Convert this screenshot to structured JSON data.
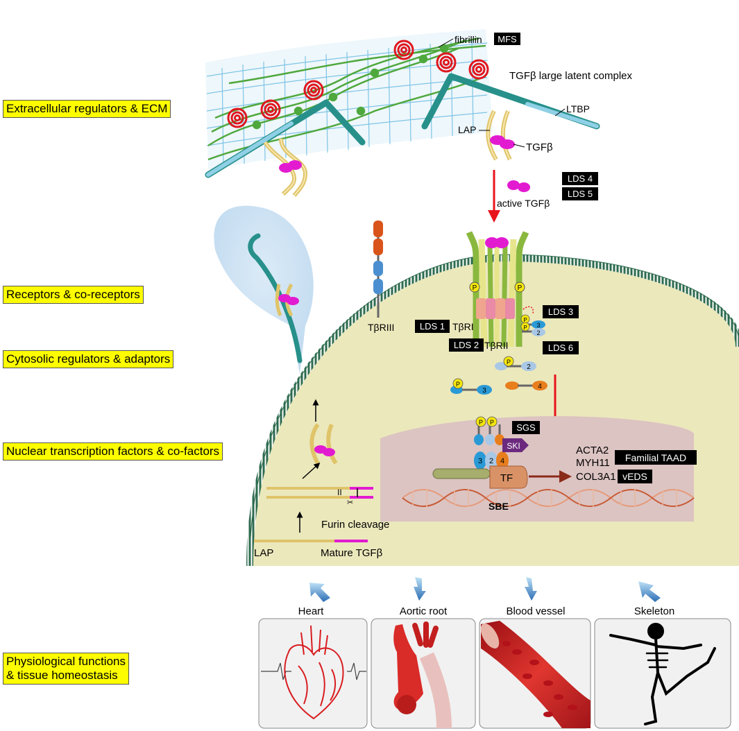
{
  "tiers": {
    "extracellular": "Extracellular regulators & ECM",
    "receptors": "Receptors & co-receptors",
    "cytosolic": "Cytosolic regulators & adaptors",
    "nuclear": "Nuclear transcription factors & co-factors",
    "physiological_line1": "Physiological functions",
    "physiological_line2": "& tissue homeostasis"
  },
  "ecm": {
    "fibrillin": "fibrillin",
    "mfs": "MFS",
    "complex": "TGFβ large latent complex",
    "ltbp": "LTBP",
    "lap": "LAP",
    "tgfb": "TGFβ",
    "active_tgfb": "active TGFβ",
    "lds4": "LDS 4",
    "lds5": "LDS 5"
  },
  "receptors": {
    "tbr3": "TβRIII",
    "lds1": "LDS 1",
    "tbr1": "TβRI",
    "lds2": "LDS 2",
    "tbr2": "TβRII",
    "lds3": "LDS 3",
    "lds6": "LDS 6",
    "p": "P"
  },
  "smads": {
    "s2": "2",
    "s3": "3",
    "s4": "4"
  },
  "nucleus": {
    "sgs": "SGS",
    "ski": "SKI",
    "tf": "TF",
    "sbe": "SBE",
    "gene1": "ACTA2",
    "gene2": "MYH11",
    "gene3": "COL3A1",
    "familial_taad": "Familial TAAD",
    "veds": "vEDS"
  },
  "processing": {
    "roman": "II",
    "furin": "Furin cleavage",
    "lap": "LAP",
    "mature": "Mature TGFβ"
  },
  "organs": {
    "heart": "Heart",
    "aortic_root": "Aortic root",
    "blood_vessel": "Blood vessel",
    "skeleton": "Skeleton"
  },
  "colors": {
    "tier_fill": "#fdfd00",
    "cell_fill": "#ebe8bc",
    "membrane": "#2d6b4e",
    "nucleus_fill": "#dcc4c2",
    "arrow_red": "#e8141c",
    "tgfb_magenta": "#e21bd1",
    "ltbp_teal": "#27908a",
    "fibrillin_green": "#4fa83d",
    "mfs_red": "#e0171f",
    "smad_blue": "#2a9ad6",
    "smad_light": "#a9c8e6",
    "smad_orange": "#e87e1c",
    "receptor_green": "#8ab83f",
    "receptor_yellow": "#e6e58c",
    "label_black": "#000000"
  },
  "icons": [
    "heart-icon",
    "aortic-root-icon",
    "blood-vessel-icon",
    "skeleton-icon",
    "down-arrow-icon",
    "scissors-icon",
    "dna-icon"
  ]
}
